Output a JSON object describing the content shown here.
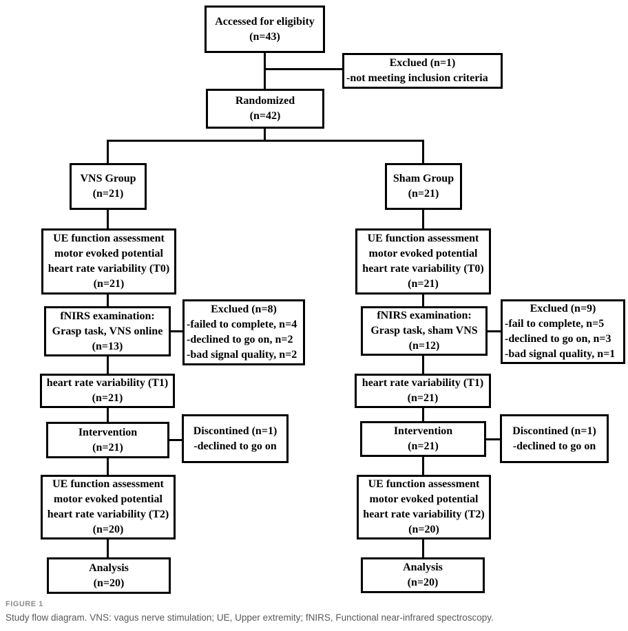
{
  "caption": {
    "label": "FIGURE 1",
    "text": "Study flow diagram. VNS: vagus nerve stimulation; UE, Upper extremity; fNIRS, Functional near-infrared spectroscopy."
  },
  "colors": {
    "box_border": "#000000",
    "connector": "#000000",
    "background": "#ffffff",
    "caption_label": "#8c8c8c",
    "caption_text": "#595959"
  },
  "boxes": {
    "accessed": {
      "lines": [
        "Accessed for eligibity",
        "(n=43)"
      ]
    },
    "excluded_screening": {
      "lines": [
        "Exclued (n=1)",
        "-not meeting inclusion criteria"
      ]
    },
    "randomized": {
      "lines": [
        "Randomized",
        "(n=42)"
      ]
    },
    "vns_group": {
      "lines": [
        "VNS Group",
        "(n=21)"
      ]
    },
    "sham_group": {
      "lines": [
        "Sham Group",
        "(n=21)"
      ]
    },
    "vns_t0": {
      "lines": [
        "UE function assessment",
        "motor evoked potential",
        "heart rate variability (T0)",
        "(n=21)"
      ]
    },
    "sham_t0": {
      "lines": [
        "UE function assessment",
        "motor evoked potential",
        "heart rate variability (T0)",
        "(n=21)"
      ]
    },
    "vns_fnirs": {
      "lines": [
        "fNIRS examination:",
        "Grasp task, VNS online",
        "(n=13)"
      ]
    },
    "vns_fnirs_excluded": {
      "lines": [
        "Exclued (n=8)",
        "-failed to complete, n=4",
        "-declined to go on, n=2",
        "-bad signal quality, n=2"
      ]
    },
    "sham_fnirs": {
      "lines": [
        "fNIRS examination:",
        "Grasp task, sham VNS",
        "(n=12)"
      ]
    },
    "sham_fnirs_excluded": {
      "lines": [
        "Exclued (n=9)",
        "-fail to complete, n=5",
        "-declined to go on, n=3",
        "-bad signal quality, n=1"
      ]
    },
    "vns_t1": {
      "lines": [
        "heart rate variability (T1)",
        "(n=21)"
      ]
    },
    "sham_t1": {
      "lines": [
        "heart rate variability (T1)",
        "(n=21)"
      ]
    },
    "vns_intervention": {
      "lines": [
        "Intervention",
        "(n=21)"
      ]
    },
    "vns_discontinued": {
      "lines": [
        "Discontined (n=1)",
        "-declined to go on"
      ]
    },
    "sham_intervention": {
      "lines": [
        "Intervention",
        "(n=21)"
      ]
    },
    "sham_discontinued": {
      "lines": [
        "Discontined (n=1)",
        "-declined to go on"
      ]
    },
    "vns_t2": {
      "lines": [
        "UE function assessment",
        "motor evoked potential",
        "heart rate variability (T2)",
        "(n=20)"
      ]
    },
    "sham_t2": {
      "lines": [
        "UE function assessment",
        "motor evoked potential",
        "heart rate variability (T2)",
        "(n=20)"
      ]
    },
    "vns_analysis": {
      "lines": [
        "Analysis",
        "(n=20)"
      ]
    },
    "sham_analysis": {
      "lines": [
        "Analysis",
        "(n=20)"
      ]
    }
  }
}
